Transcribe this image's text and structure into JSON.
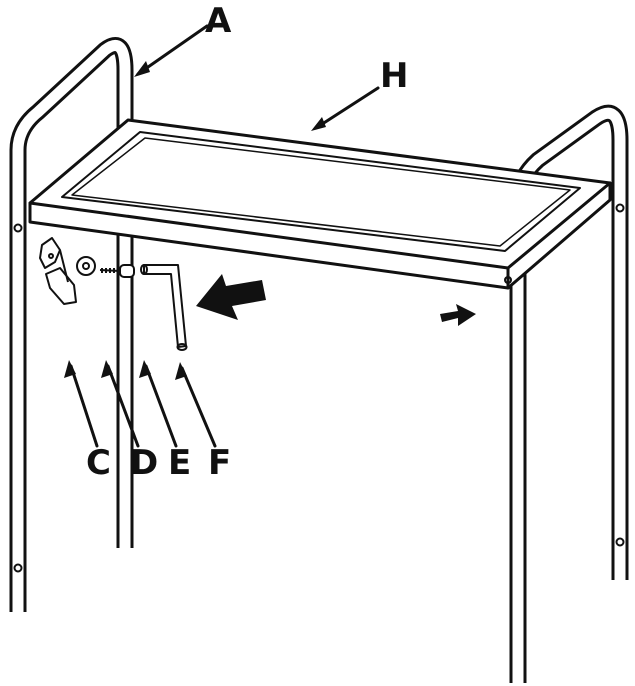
{
  "labels": {
    "a": "A",
    "h": "H",
    "c": "C",
    "d": "D",
    "e": "E",
    "f": "F"
  },
  "colors": {
    "line": "#111111",
    "background": "#ffffff"
  }
}
